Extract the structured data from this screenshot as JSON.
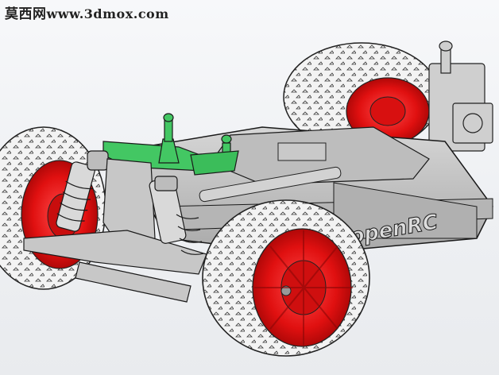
{
  "watermark": {
    "chinese": "莫西网",
    "url": "www.3dmox.com"
  },
  "scene": {
    "subject": "openRC 1/10 buggy chassis CAD render",
    "chassis_logo_text": "openRC",
    "colors": {
      "wheel_rims": "#e31212",
      "tires": "#f2f2f2",
      "front_brace": "#39c45a",
      "chassis": "#c8c8c8",
      "outline": "#1a1a1a"
    }
  }
}
